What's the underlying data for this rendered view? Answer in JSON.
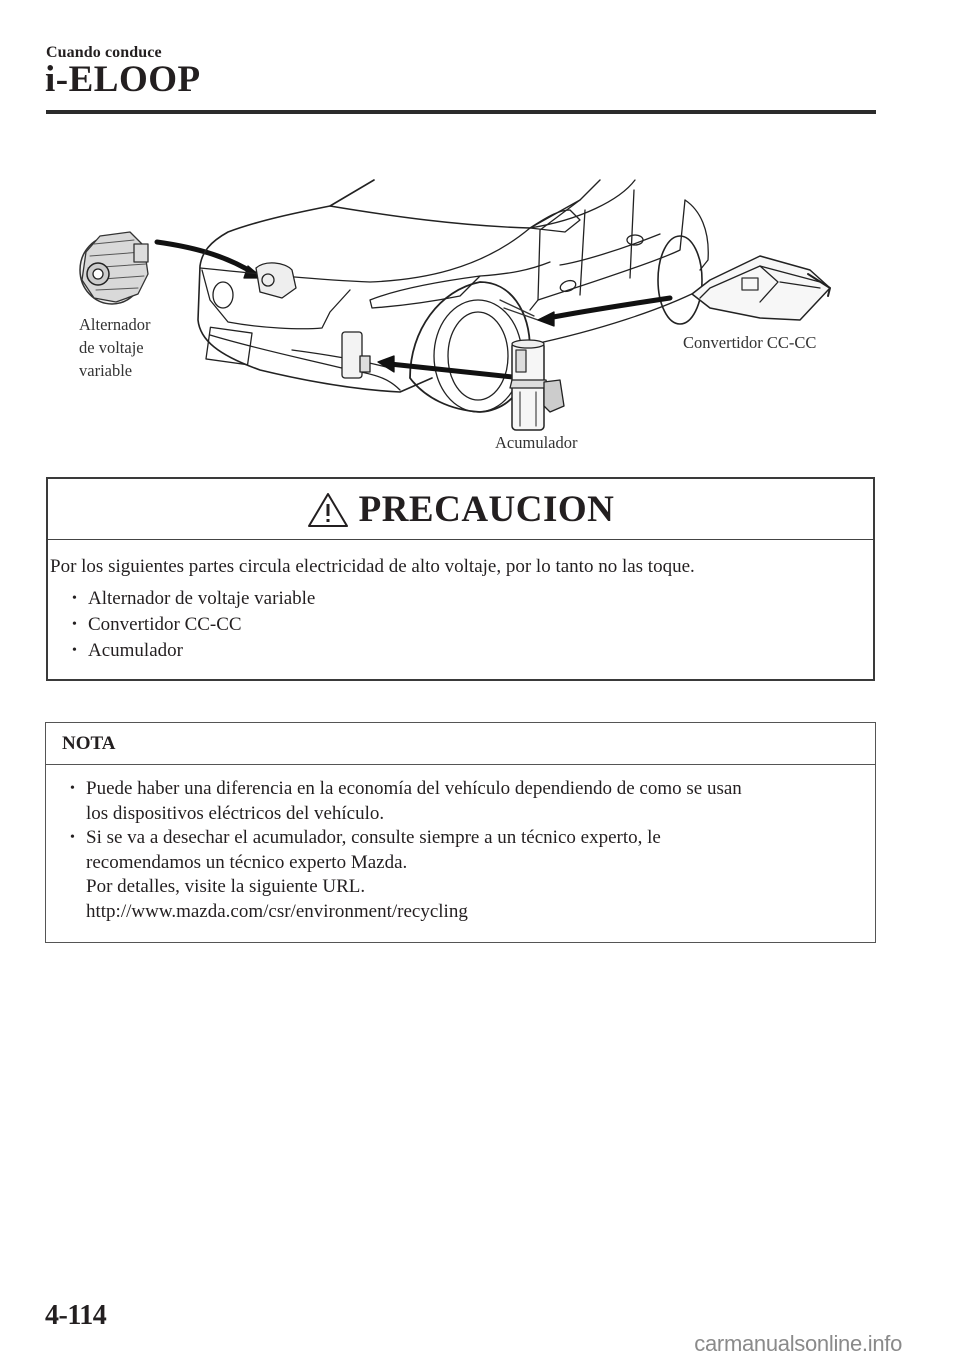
{
  "header": {
    "section": "Cuando conduce",
    "title": "i-ELOOP"
  },
  "figure": {
    "labels": {
      "alternator": [
        "Alternador",
        "de voltaje",
        "variable"
      ],
      "converter": "Convertidor CC-CC",
      "accumulator": "Acumulador"
    },
    "icons": [
      "alternator-icon",
      "car-illustration",
      "dc-dc-converter-icon",
      "accumulator-icon",
      "arrow-icon"
    ]
  },
  "caution": {
    "icon": "warning-triangle-icon",
    "title": "PRECAUCION",
    "intro": "Por los siguientes partes circula electricidad de alto voltaje, por lo tanto no las toque.",
    "items": [
      "Alternador de voltaje variable",
      "Convertidor CC-CC",
      "Acumulador"
    ]
  },
  "note": {
    "title": "NOTA",
    "items": [
      {
        "lines": [
          "Puede haber una diferencia en la economía del vehículo dependiendo de como se usan",
          "los dispositivos eléctricos del vehículo."
        ]
      },
      {
        "lines": [
          "Si se va a desechar el acumulador, consulte siempre a un técnico experto, le",
          "recomendamos un técnico experto Mazda.",
          "Por detalles, visite la siguiente URL.",
          "http://www.mazda.com/csr/environment/recycling"
        ]
      }
    ]
  },
  "footer": {
    "page_number": "4-114",
    "watermark": "carmanualsonline.info"
  }
}
